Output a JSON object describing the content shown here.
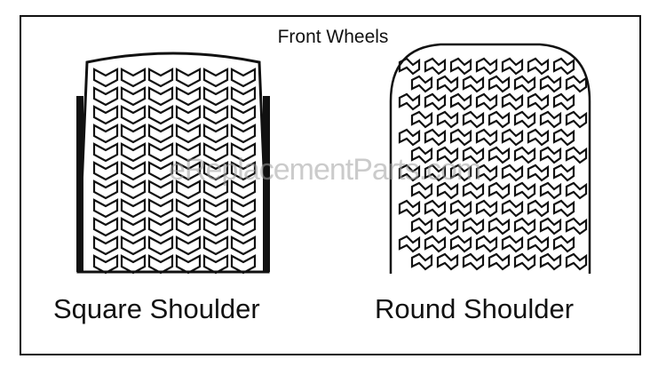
{
  "title": "Front Wheels",
  "tires": [
    {
      "label": "Square Shoulder",
      "icon": "square-shoulder-tire-icon"
    },
    {
      "label": "Round Shoulder",
      "icon": "round-shoulder-tire-icon"
    }
  ],
  "watermark": "eReplacementParts.com",
  "colors": {
    "line": "#111111",
    "background": "#ffffff",
    "watermark": "#a0a0a0"
  }
}
